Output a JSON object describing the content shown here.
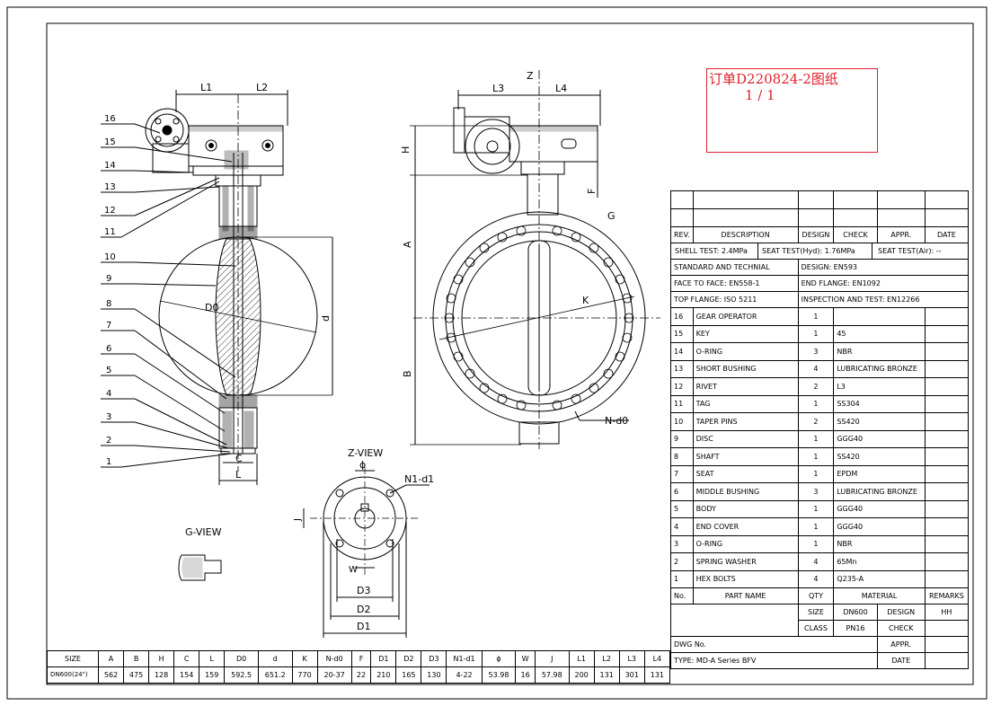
{
  "order_stamp": {
    "line1": "订单D220824-2图纸",
    "line2": "1 / 1"
  },
  "dimension_letters": {
    "L1": "L1",
    "L2": "L2",
    "L3": "L3",
    "L4": "L4",
    "Z": "Z",
    "H": "H",
    "F": "F",
    "G": "G",
    "A": "A",
    "B": "B",
    "K": "K",
    "D0": "D0",
    "d": "d",
    "C": "C",
    "L": "L",
    "Nd0": "N-d0",
    "J": "J",
    "W": "W",
    "D1": "D1",
    "D2": "D2",
    "D3": "D3",
    "phi": "ϕ",
    "Nd1": "N1-d1"
  },
  "views": {
    "z_view": "Z-VIEW",
    "g_view": "G-VIEW"
  },
  "balloons": [
    "16",
    "15",
    "14",
    "13",
    "12",
    "11",
    "10",
    "9",
    "8",
    "7",
    "6",
    "5",
    "4",
    "3",
    "2",
    "1"
  ],
  "size_table": {
    "headers": [
      "SIZE",
      "A",
      "B",
      "H",
      "C",
      "L",
      "D0",
      "d",
      "K",
      "N-d0",
      "F",
      "D1",
      "D2",
      "D3",
      "N1-d1",
      "ϕ",
      "W",
      "J",
      "L1",
      "L2",
      "L3",
      "L4"
    ],
    "row": [
      "DN600(24\")",
      "562",
      "475",
      "128",
      "154",
      "159",
      "592.5",
      "651.2",
      "770",
      "20-37",
      "22",
      "210",
      "165",
      "130",
      "4-22",
      "53.98",
      "16",
      "57.98",
      "200",
      "131",
      "301",
      "131"
    ]
  },
  "title_block": {
    "revision_headers": [
      "REV.",
      "DESCRIPTION",
      "DESIGN",
      "CHECK",
      "APPR.",
      "DATE"
    ],
    "shell_test": "SHELL TEST: 2.4MPa",
    "seat_test_hyd": "SEAT TEST(Hyd): 1.76MPa",
    "seat_test_air": "SEAT TEST(Air): --",
    "standard": "STANDARD AND TECHNIAL",
    "design_std": "DESIGN: EN593",
    "face_to_face": "FACE TO FACE: EN558-1",
    "end_flange": "END FLANGE: EN1092",
    "top_flange": "TOP FLANGE: ISO 5211",
    "inspection": "INSPECTION AND TEST: EN12266",
    "parts": [
      {
        "no": "16",
        "name": "GEAR OPERATOR",
        "qty": "1",
        "material": ""
      },
      {
        "no": "15",
        "name": "KEY",
        "qty": "1",
        "material": "45"
      },
      {
        "no": "14",
        "name": "O-RING",
        "qty": "3",
        "material": "NBR"
      },
      {
        "no": "13",
        "name": "SHORT BUSHING",
        "qty": "4",
        "material": "LUBRICATING BRONZE"
      },
      {
        "no": "12",
        "name": "RIVET",
        "qty": "2",
        "material": "L3"
      },
      {
        "no": "11",
        "name": "TAG",
        "qty": "1",
        "material": "SS304"
      },
      {
        "no": "10",
        "name": "TAPER PINS",
        "qty": "2",
        "material": "SS420"
      },
      {
        "no": "9",
        "name": "DISC",
        "qty": "1",
        "material": "GGG40"
      },
      {
        "no": "8",
        "name": "SHAFT",
        "qty": "1",
        "material": "SS420"
      },
      {
        "no": "7",
        "name": "SEAT",
        "qty": "1",
        "material": "EPDM"
      },
      {
        "no": "6",
        "name": "MIDDLE BUSHING",
        "qty": "3",
        "material": "LUBRICATING BRONZE"
      },
      {
        "no": "5",
        "name": "BODY",
        "qty": "1",
        "material": "GGG40"
      },
      {
        "no": "4",
        "name": "END COVER",
        "qty": "1",
        "material": "GGG40"
      },
      {
        "no": "3",
        "name": "O-RING",
        "qty": "1",
        "material": "NBR"
      },
      {
        "no": "2",
        "name": "SPRING WASHER",
        "qty": "4",
        "material": "65Mn"
      },
      {
        "no": "1",
        "name": "HEX BOLTS",
        "qty": "4",
        "material": "Q235-A"
      }
    ],
    "parts_headers": [
      "No.",
      "PART NAME",
      "QTY",
      "MATERIAL",
      "REMARKS"
    ],
    "size_label": "SIZE",
    "size_value": "DN600",
    "design_label": "DESIGN",
    "design_value": "HH",
    "class_label": "CLASS",
    "class_value": "PN16",
    "check_label": "CHECK",
    "dwg_no": "DWG No.",
    "appr_label": "APPR.",
    "type": "TYPE:  MD-A Series BFV",
    "date_label": "DATE"
  }
}
